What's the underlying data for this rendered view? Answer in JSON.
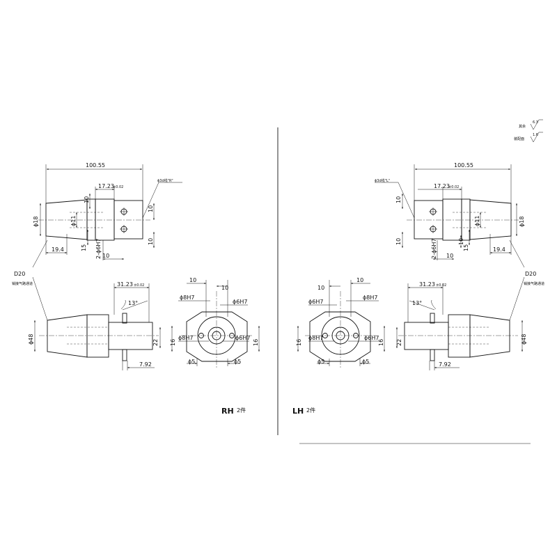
{
  "finish_notes": {
    "rest": "其余",
    "rest_value": "6.3",
    "fit": "装配面",
    "fit_value": "1.6"
  },
  "rh": {
    "top": {
      "length": "100.55",
      "offset": "17.23",
      "tol": "±0.02",
      "hole_note": "ϕ3d线\"R\"",
      "dia18": "ϕ18",
      "dia11": "ϕ11",
      "d19": "19.4",
      "d15": "15",
      "d10a": "10",
      "d10b": "10",
      "d10c": "10",
      "d10d": "10",
      "holes": "2-ϕ6H7"
    },
    "callout": "D20",
    "callout_note": "销接气路通道",
    "side": {
      "d3123": "31.23",
      "angle": "13°",
      "dia48": "ϕ48",
      "d22": "22",
      "d792": "7.92"
    },
    "end": {
      "d10l": "10",
      "d10r": "10",
      "h8a": "ϕ8H7",
      "h6a": "ϕ6H7",
      "h8b": "ϕ8H7",
      "h6b": "ϕ6H7",
      "d16l": "16",
      "d16r": "16",
      "d5l": "ϕ5",
      "d5r": "ϕ5"
    },
    "label": "RH",
    "qty": "2件"
  },
  "lh": {
    "top": {
      "length": "100.55",
      "offset": "17.23",
      "tol": "±0.02",
      "hole_note": "ϕ3d线\"L\"",
      "dia18": "ϕ18",
      "dia11": "ϕ11",
      "d19": "19.4",
      "d15": "15",
      "d10a": "10",
      "d10b": "10",
      "d10c": "10",
      "d10d": "10",
      "holes": "2-ϕ6H7"
    },
    "callout": "D20",
    "callout_note": "销接气路通道",
    "side": {
      "d3123": "31.23",
      "angle": "13°",
      "dia48": "ϕ48",
      "d22": "22",
      "d792": "7.92"
    },
    "end": {
      "d10l": "10",
      "d10r": "10",
      "h6a": "ϕ6H7",
      "h8a": "ϕ8H7",
      "h8b": "ϕ8H7",
      "h6b": "ϕ6H7",
      "d16l": "16",
      "d16r": "16",
      "d5l": "ϕ5",
      "d5r": "ϕ5"
    },
    "label": "LH",
    "qty": "2件"
  }
}
